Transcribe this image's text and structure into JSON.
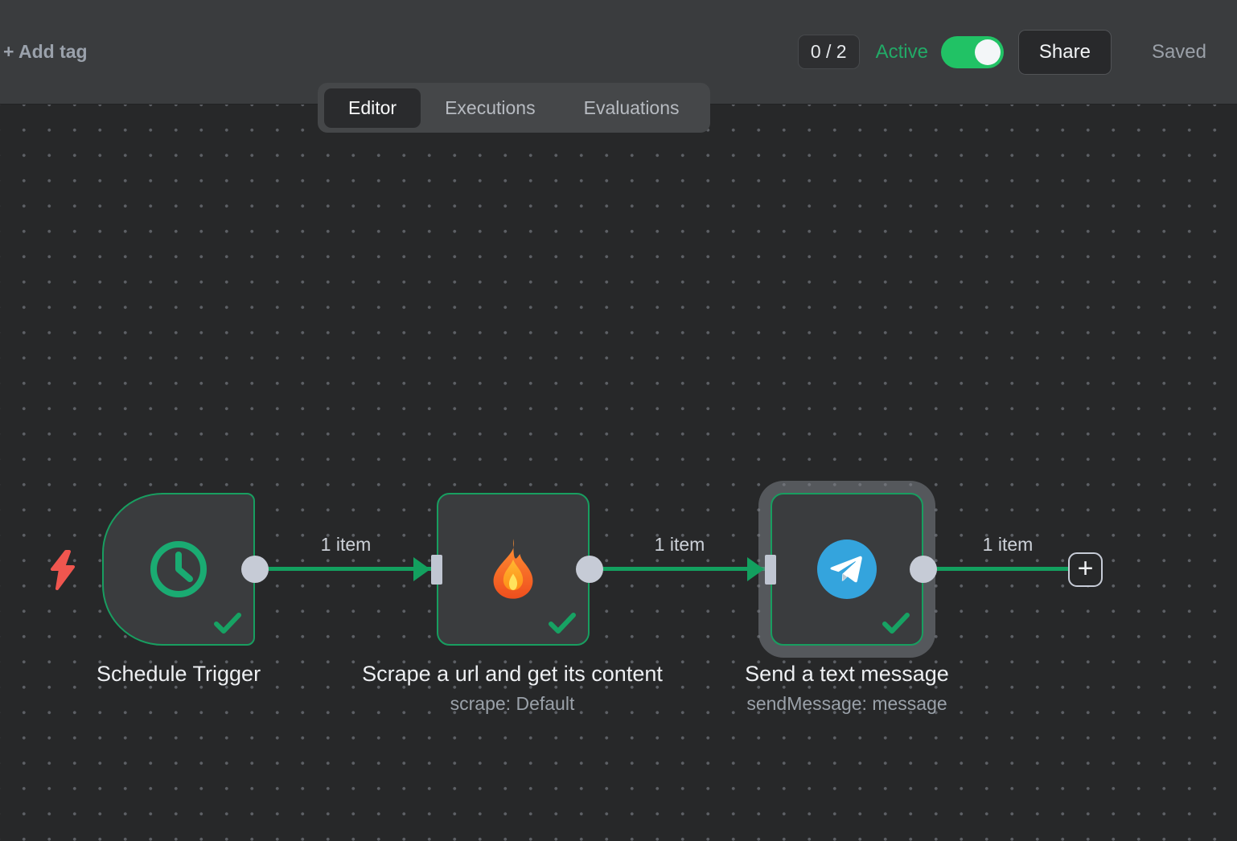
{
  "header": {
    "add_tag_label": "+ Add tag",
    "execution_count": "0 / 2",
    "active_label": "Active",
    "active_state": "on",
    "share_label": "Share",
    "saved_label": "Saved"
  },
  "tabs": {
    "editor": "Editor",
    "executions": "Executions",
    "evaluations": "Evaluations",
    "selected": "Editor"
  },
  "workflow": {
    "nodes": [
      {
        "title": "Schedule Trigger",
        "subtitle": "",
        "icon": "clock-icon",
        "type": "trigger",
        "status": "success",
        "selected": false
      },
      {
        "title": "Scrape a url and get its content",
        "subtitle": "scrape: Default",
        "icon": "fire-icon",
        "type": "action",
        "status": "success",
        "selected": false
      },
      {
        "title": "Send a text message",
        "subtitle": "sendMessage: message",
        "icon": "telegram-icon",
        "type": "action",
        "status": "success",
        "selected": true
      }
    ],
    "connections": [
      {
        "from": "Schedule Trigger",
        "to": "Scrape a url and get its content",
        "label": "1 item"
      },
      {
        "from": "Scrape a url and get its content",
        "to": "Send a text message",
        "label": "1 item"
      },
      {
        "from": "Send a text message",
        "to": "add-node",
        "label": "1 item"
      }
    ],
    "add_node_label": "+"
  },
  "colors": {
    "accent_green": "#189e60",
    "toggle_green": "#21c265",
    "connector_gray": "#c6cbd6",
    "error_red": "#f0564f",
    "telegram_blue": "#34a4dd",
    "canvas_bg": "#272829",
    "header_bg": "#3a3c3e"
  }
}
